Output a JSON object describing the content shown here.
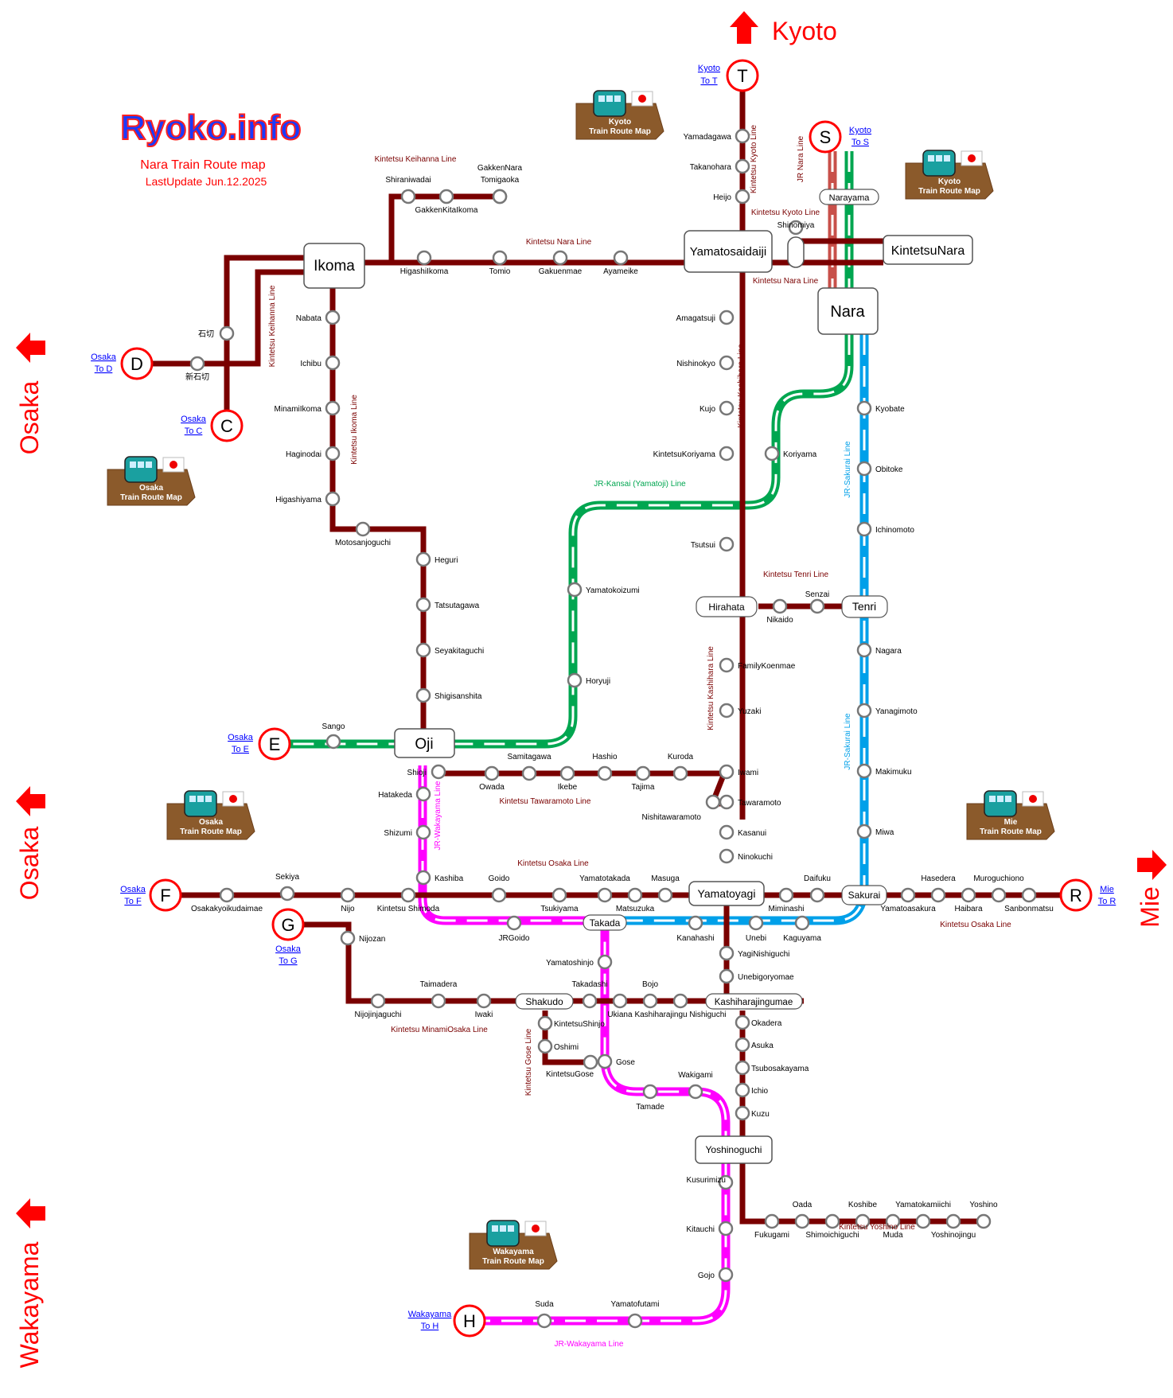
{
  "header": {
    "logo": "Ryoko.info",
    "title": "Nara Train Route map",
    "updated": "LastUpdate Jun.12.2025"
  },
  "directions": {
    "kyoto": "Kyoto",
    "osaka": "Osaka",
    "osaka2": "Osaka",
    "mie": "Mie",
    "wakayama": "Wakayama"
  },
  "badges": {
    "kyoto1": [
      "Kyoto",
      "Train Route Map"
    ],
    "kyoto2": [
      "Kyoto",
      "Train Route Map"
    ],
    "osaka1": [
      "Osaka",
      "Train Route Map"
    ],
    "osaka2": [
      "Osaka",
      "Train Route Map"
    ],
    "mie": [
      "Mie",
      "Train Route Map"
    ],
    "wakayama": [
      "Wakayama",
      "Train Route Map"
    ]
  },
  "connectors": {
    "T": [
      "Kyoto",
      "To T"
    ],
    "S": [
      "Kyoto",
      "To S"
    ],
    "D": [
      "Osaka",
      "To D"
    ],
    "C": [
      "Osaka",
      "To C"
    ],
    "E": [
      "Osaka",
      "To E"
    ],
    "F": [
      "Osaka",
      "To F"
    ],
    "G": [
      "Osaka",
      "To G"
    ],
    "R": [
      "Mie",
      "To R"
    ],
    "H": [
      "Wakayama",
      "To H"
    ]
  },
  "lines": {
    "keihanna_top": "Kintetsu Keihanna Line",
    "keihanna_side": "Kintetsu Keihanna Line",
    "nara_top": "Kintetsu Nara Line",
    "nara_bottom": "Kintetsu Nara Line",
    "kyoto_vert": "Kintetsu Kyoto Line",
    "kyoto_bottom": "Kintetsu Kyoto Line",
    "jr_nara": "JR Nara Line",
    "ikoma": "Kintetsu Ikoma Line",
    "kashihara1": "Kintetsu Kashihara Line",
    "kashihara2": "Kintetsu Kashihara Line",
    "jr_kansai": "JR-Kansai (Yamatoji) Line",
    "jr_sakurai1": "JR-Sakurai Line",
    "jr_sakurai2": "JR-Sakurai Line",
    "tenri": "Kintetsu Tenri Line",
    "tawaramoto": "Kintetsu Tawaramoto Line",
    "jr_wakayama_vert": "JR-Wakayama Line",
    "jr_wakayama_bottom": "JR-Wakayama Line",
    "osaka_top": "Kintetsu Osaka Line",
    "osaka_right": "Kintetsu Osaka Line",
    "minamiosaka": "Kintetsu MinamiOsaka Line",
    "gose": "Kintetsu Gose Line",
    "yoshino": "Kintetsu Yoshino Line"
  },
  "hubs": {
    "ikoma": "Ikoma",
    "yamatosaidaiji": "Yamatosaidaiji",
    "kintetsunara": "KintetsuNara",
    "nara": "Nara",
    "narayama": "Narayama",
    "oji": "Oji",
    "hirahata": "Hirahata",
    "tenri": "Tenri",
    "yamatoyagi": "Yamatoyagi",
    "sakurai": "Sakurai",
    "takada": "Takada",
    "shakudo": "Shakudo",
    "kashiharajingumae": "Kashiharajingumae",
    "yoshinoguchi": "Yoshinoguchi"
  },
  "stations": {
    "yamadagawa": "Yamadagawa",
    "takanohara": "Takanohara",
    "heijo": "Heijo",
    "shinomiya": "Shinomiya",
    "shiraniwadai": "Shiraniwadai",
    "gakkenkitaikoma": "GakkenKitaIkoma",
    "gakkennara": "GakkenNara",
    "tomigaoka": "Tomigaoka",
    "higashiikoma": "HigashiIkoma",
    "tomio": "Tomio",
    "gakuenmae": "Gakuenmae",
    "ayameike": "Ayameike",
    "ishikiri": "石切",
    "shinishikiri": "新石切",
    "nabata": "Nabata",
    "ichibu": "Ichibu",
    "minamiikoma": "MinamiIkoma",
    "haginodai": "Haginodai",
    "higashiyama": "Higashiyama",
    "motosanjoguchi": "Motosanjoguchi",
    "heguri": "Heguri",
    "tatsutagawa": "Tatsutagawa",
    "seyakitaguchi": "Seyakitaguchi",
    "shigisanshita": "Shigisanshita",
    "amagatsuji": "Amagatsuji",
    "nishinokyo": "Nishinokyo",
    "kujo": "Kujo",
    "kintetsukoriyama": "KintetsuKoriyama",
    "koriyama": "Koriyama",
    "tsutsui": "Tsutsui",
    "kyobate": "Kyobate",
    "obitoke": "Obitoke",
    "ichinomoto": "Ichinomoto",
    "yamatokoizumi": "Yamatokoizumi",
    "horyuji": "Horyuji",
    "nikaido": "Nikaido",
    "senzai": "Senzai",
    "familykoenmae": "FamilyKoenmae",
    "yuzaki": "Yuzaki",
    "nagara": "Nagara",
    "yanagimoto": "Yanagimoto",
    "makimuku": "Makimuku",
    "miwa": "Miwa",
    "sango": "Sango",
    "shioji": "Shioji",
    "samitagawa": "Samitagawa",
    "hashio": "Hashio",
    "kuroda": "Kuroda",
    "owada": "Owada",
    "ikebe": "Ikebe",
    "tajima": "Tajima",
    "iwami": "Iwami",
    "tawaramoto": "Tawaramoto",
    "nishitawaramoto": "Nishitawaramoto",
    "kasanui": "Kasanui",
    "ninokuchi": "Ninokuchi",
    "hatakeda": "Hatakeda",
    "shizumi": "Shizumi",
    "kashiba": "Kashiba",
    "sekiya": "Sekiya",
    "goido": "Goido",
    "yamatotakada": "Yamatotakada",
    "masuga": "Masuga",
    "daifuku": "Daifuku",
    "hasedera": "Hasedera",
    "muroguchiono": "Muroguchiono",
    "osakakyoikudaimae": "Osakakyoikudaimae",
    "nijo": "Nijo",
    "kintetsushimoda": "Kintetsu Shimoda",
    "tsukiyama": "Tsukiyama",
    "matsuzuka": "Matsuzuka",
    "miminashi": "Miminashi",
    "yamatoasakura": "Yamatoasakura",
    "haibara": "Haibara",
    "sanbonmatsu": "Sanbonmatsu",
    "jrgoido": "JRGoido",
    "kanahashi": "Kanahashi",
    "unebi": "Unebi",
    "kaguyama": "Kaguyama",
    "nijozan": "Nijozan",
    "yaginishiguchi": "YagiNishiguchi",
    "unebigoryomae": "Unebigoryomae",
    "yamatoshinjo": "Yamatoshinjo",
    "taimadera": "Taimadera",
    "takadashi": "Takadashi",
    "bojo": "Bojo",
    "nijojinjaguchi": "Nijojinjaguchi",
    "iwaki": "Iwaki",
    "ukiana": "Ukiana",
    "kashiharajingunishiguchi": "Kashiharajingu Nishiguchi",
    "kintetsushinjo": "KintetsuShinjo",
    "oshimi": "Oshimi",
    "kintetsugose": "KintetsuGose",
    "gose": "Gose",
    "okadera": "Okadera",
    "asuka": "Asuka",
    "tsubosakayama": "Tsubosakayama",
    "ichio": "Ichio",
    "kuzu": "Kuzu",
    "wakigami": "Wakigami",
    "tamade": "Tamade",
    "kusurimizu": "Kusurimizu",
    "oada": "Oada",
    "koshibe": "Koshibe",
    "yamatokamiichi": "Yamatokamiichi",
    "yoshino": "Yoshino",
    "fukugami": "Fukugami",
    "shimoichiguchi": "Shimoichiguchi",
    "muda": "Muda",
    "yoshinojingu": "Yoshinojingu",
    "kitauchi": "Kitauchi",
    "gojo": "Gojo",
    "suda": "Suda",
    "yamatofutami": "Yamatofutami"
  },
  "colors": {
    "kintetsu": "#7a0000",
    "jr_green": "#00a650",
    "jr_blue": "#00a0e9",
    "jr_pink": "#ff00ff",
    "jr_nara_red": "#c8504a",
    "direction_red": "#ff0000",
    "link_blue": "#0000ff"
  }
}
